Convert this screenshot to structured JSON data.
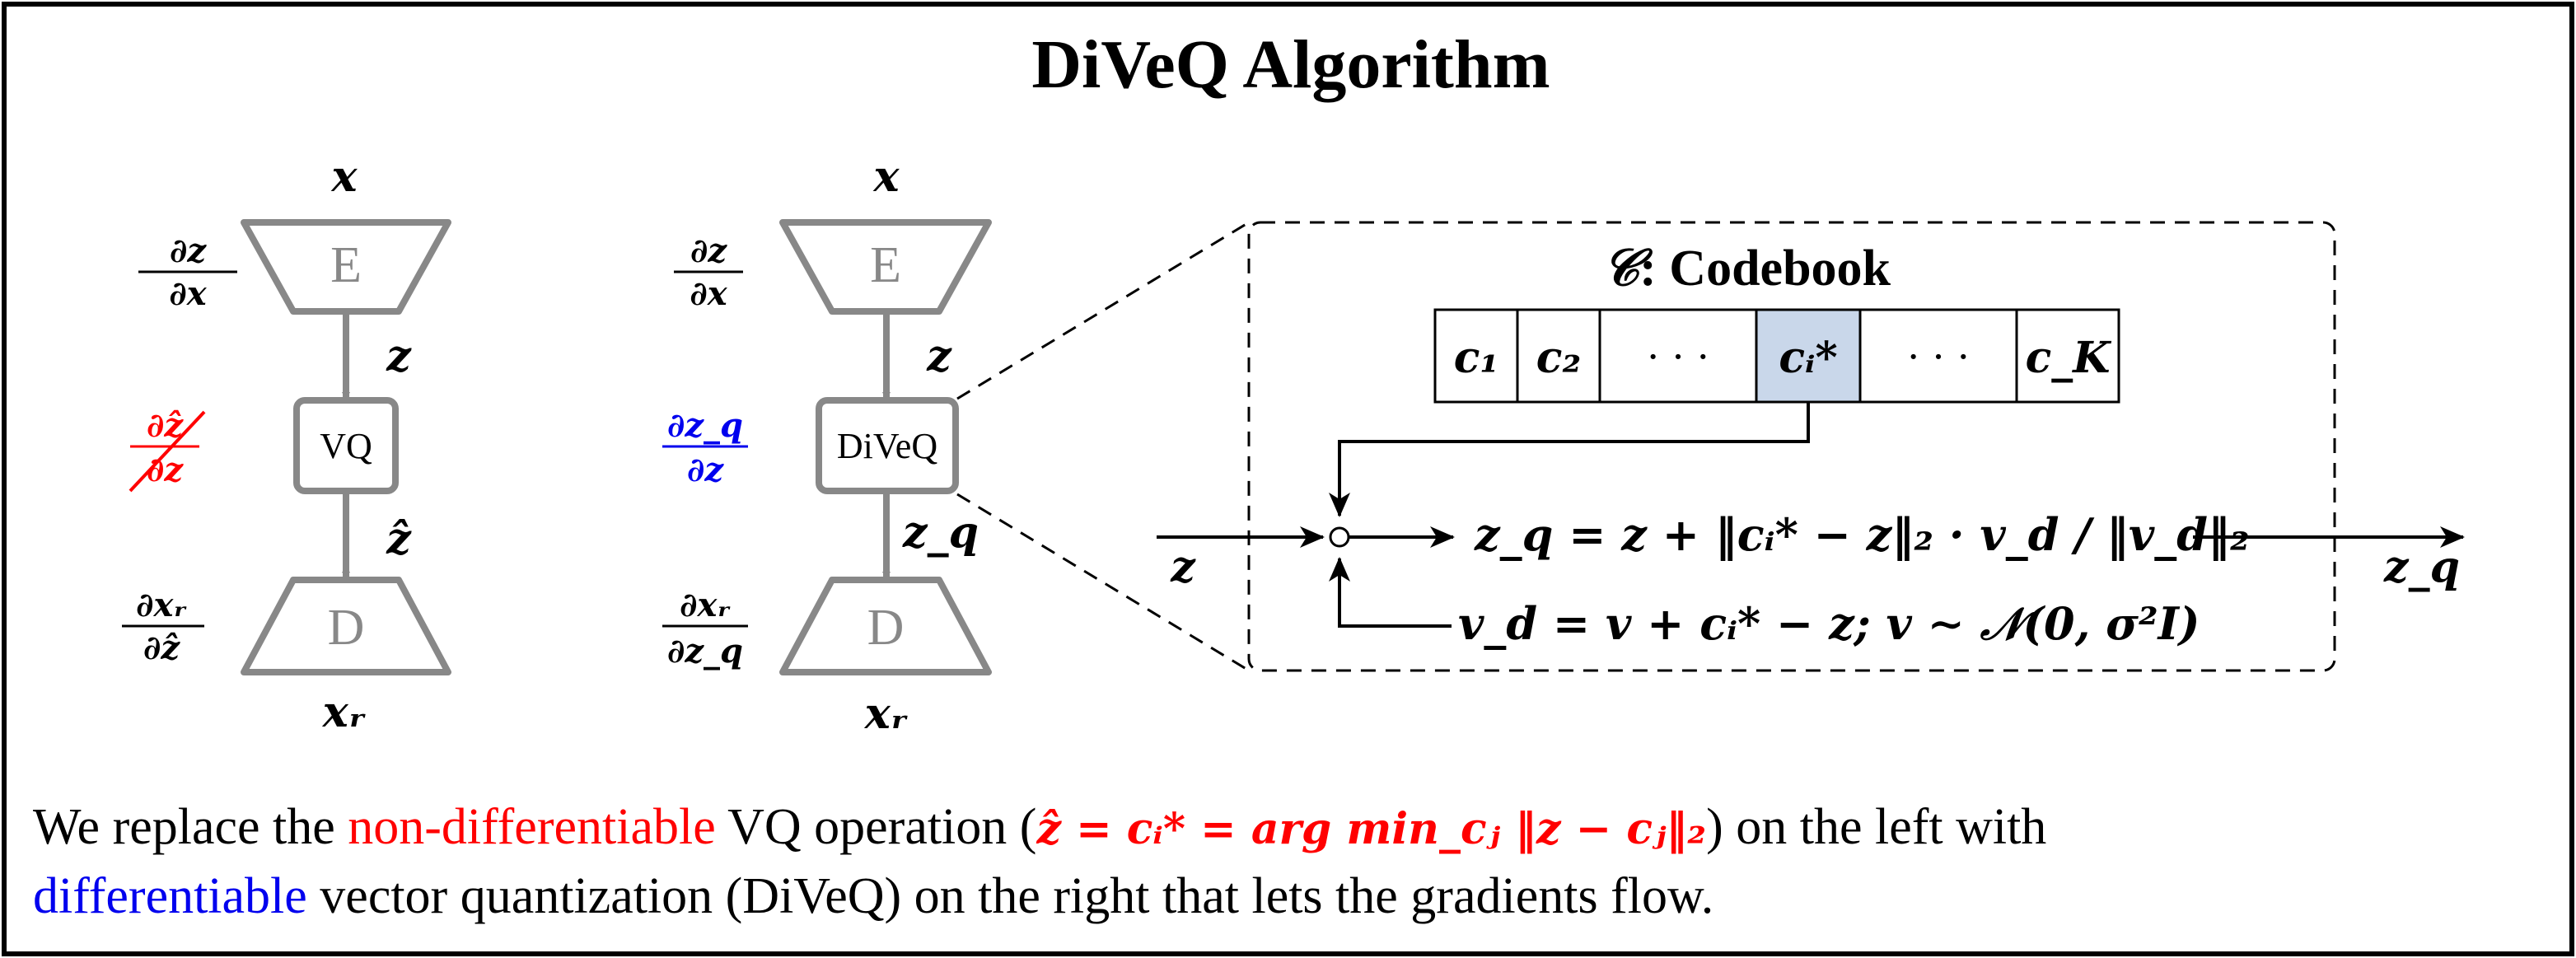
{
  "title": "DiVeQ Algorithm",
  "left": {
    "input": "x",
    "encoder": "E",
    "enc_grad_num": "∂z",
    "enc_grad_den": "∂x",
    "latent": "z",
    "quantizer": "VQ",
    "vq_grad_num": "∂ẑ",
    "vq_grad_den": "∂z",
    "quantized": "ẑ",
    "decoder": "D",
    "dec_grad_num": "∂xᵣ",
    "dec_grad_den": "∂ẑ",
    "output": "xᵣ"
  },
  "middle": {
    "input": "x",
    "encoder": "E",
    "enc_grad_num": "∂z",
    "enc_grad_den": "∂x",
    "latent": "z",
    "quantizer": "DiVeQ",
    "diveq_grad_num": "∂z_q",
    "diveq_grad_den": "∂z",
    "quantized": "z_q",
    "decoder": "D",
    "dec_grad_num": "∂xᵣ",
    "dec_grad_den": "∂z_q",
    "output": "xᵣ"
  },
  "detail": {
    "codebook_symbol": "𝒞",
    "codebook_title": ": Codebook",
    "codebook_cells": [
      "c₁",
      "c₂",
      "· · ·",
      "cᵢ*",
      "· · ·",
      "c_K"
    ],
    "input_label": "z",
    "output_label": "z_q",
    "eq_zq": "z_q = z + ‖cᵢ* − z‖₂ · v_d / ‖v_d‖₂",
    "eq_vd": "v_d = v + cᵢ* − z;  v ∼ 𝒩(0, σ²I)"
  },
  "caption": {
    "line1_a": "We replace the ",
    "line1_red": "non-differentiable",
    "line1_b": " VQ operation (",
    "line1_formula": "ẑ = cᵢ* = arg min_cⱼ ‖z − cⱼ‖₂",
    "line1_c": ") on the left with",
    "line2_blue": "differentiable",
    "line2_b": " vector quantization (DiVeQ) on the right that lets the gradients flow."
  },
  "colors": {
    "red": "#ff0000",
    "blue": "#0000ee",
    "gray": "#888888",
    "highlight": "#c9d7ea"
  }
}
